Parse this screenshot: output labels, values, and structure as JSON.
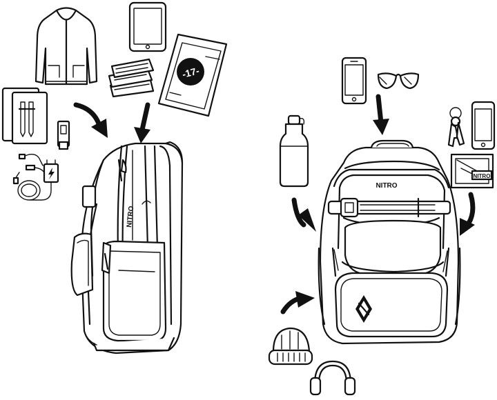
{
  "left_scene": {
    "brand_label": "NITRO",
    "notebook_label": "-17-"
  },
  "right_scene": {
    "brand_label": "NITRO",
    "wallet_label": "NITRO"
  },
  "colors": {
    "line": "#111111",
    "background": "#ffffff"
  },
  "icons": [
    "hoodie-icon",
    "tablet-icon",
    "books-icon",
    "notebook-icon",
    "pens-folder-icon",
    "usb-stick-icon",
    "cables-charger-icon",
    "smartphone-icon",
    "sunglasses-icon",
    "bottle-icon",
    "keys-icon",
    "wallet-icon",
    "beanie-icon",
    "headphones-icon",
    "arrow-icon",
    "backpack-icon"
  ]
}
